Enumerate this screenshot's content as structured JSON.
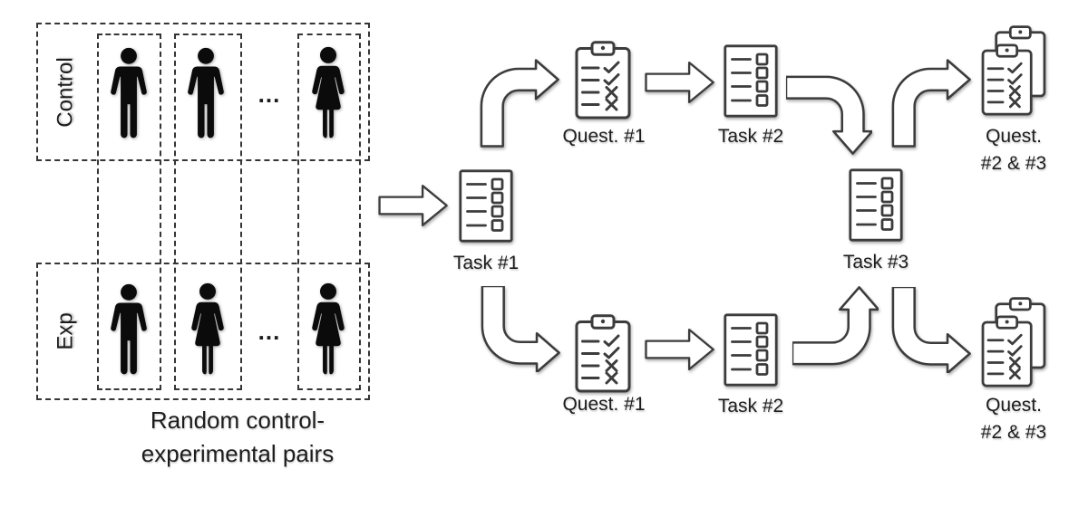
{
  "colors": {
    "background": "#ffffff",
    "outline": "#3c3c3c",
    "dash": "#353535",
    "text": "#1c1c1c",
    "figure_fill": "#0b0b0b"
  },
  "pairs_grid": {
    "row1_label": "Control",
    "row2_label": "Exp",
    "row1_members": [
      "man",
      "man",
      "...",
      "woman"
    ],
    "row2_members": [
      "man",
      "woman",
      "...",
      "woman"
    ],
    "ellipsis": "...",
    "caption_line1": "Random control-",
    "caption_line2": "experimental pairs"
  },
  "flow": {
    "entry_task_label": "Task #1",
    "task3_label": "Task #3",
    "top_branch": {
      "quest1_label": "Quest. #1",
      "task2_label": "Task #2",
      "quest23_line1": "Quest.",
      "quest23_line2": "#2 & #3"
    },
    "bottom_branch": {
      "quest1_label": "Quest. #1",
      "task2_label": "Task #2",
      "quest23_line1": "Quest.",
      "quest23_line2": "#2 & #3"
    }
  },
  "icons": {
    "task": "list-form-icon",
    "questionnaire": "clipboard-checklist-icon",
    "questionnaires_stack": "stacked-clipboards-icon",
    "person_male": "man-icon",
    "person_female": "woman-icon",
    "arrow_straight": "block-arrow-right-icon",
    "arrow_elbow": "curved-block-arrow-icon"
  }
}
